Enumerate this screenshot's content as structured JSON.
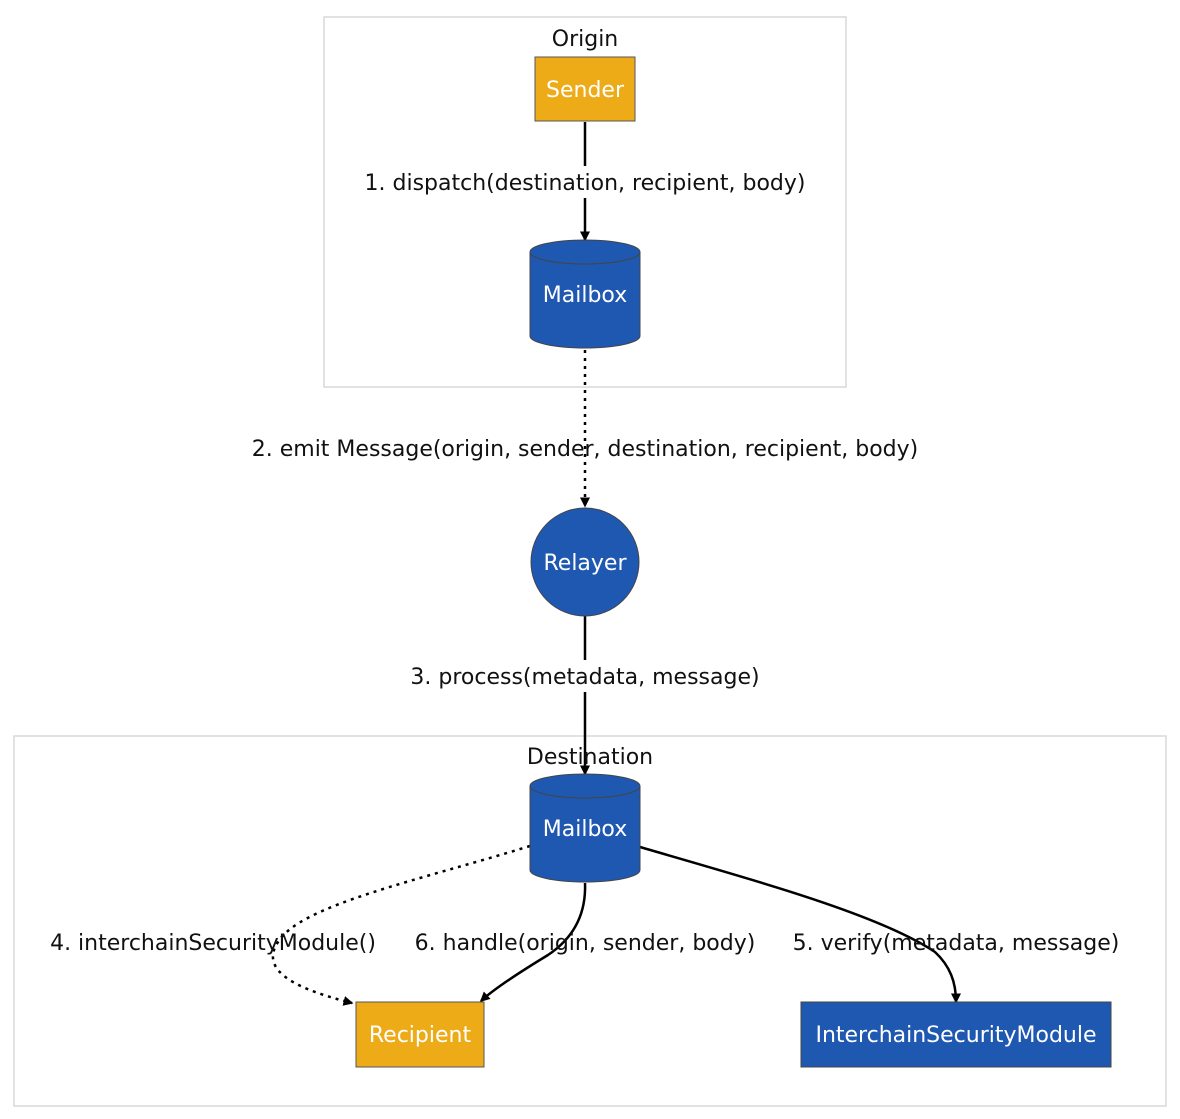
{
  "colors": {
    "orange": "#eeab18",
    "blue": "#1f58b1",
    "cluster_border": "#d9d9d9",
    "edge": "#000000",
    "edge_label_bg": "#ffffff"
  },
  "clusters": {
    "origin": {
      "title": "Origin"
    },
    "destination": {
      "title": "Destination"
    }
  },
  "nodes": {
    "sender": {
      "label": "Sender",
      "shape": "rectangle",
      "color": "orange"
    },
    "origin_mailbox": {
      "label": "Mailbox",
      "shape": "cylinder",
      "color": "blue"
    },
    "relayer": {
      "label": "Relayer",
      "shape": "circle",
      "color": "blue"
    },
    "dest_mailbox": {
      "label": "Mailbox",
      "shape": "cylinder",
      "color": "blue"
    },
    "recipient": {
      "label": "Recipient",
      "shape": "rectangle",
      "color": "orange"
    },
    "ism": {
      "label": "InterchainSecurityModule",
      "shape": "rectangle",
      "color": "blue"
    }
  },
  "edges": {
    "dispatch": {
      "label": "1. dispatch(destination, recipient, body)",
      "style": "solid"
    },
    "emit": {
      "label": "2. emit Message(origin, sender, destination, recipient, body)",
      "style": "dotted"
    },
    "process": {
      "label": "3. process(metadata, message)",
      "style": "solid"
    },
    "ism_query": {
      "label": "4. interchainSecurityModule()",
      "style": "dotted"
    },
    "verify": {
      "label": "5. verify(metadata, message)",
      "style": "solid"
    },
    "handle": {
      "label": "6. handle(origin, sender, body)",
      "style": "solid"
    }
  }
}
